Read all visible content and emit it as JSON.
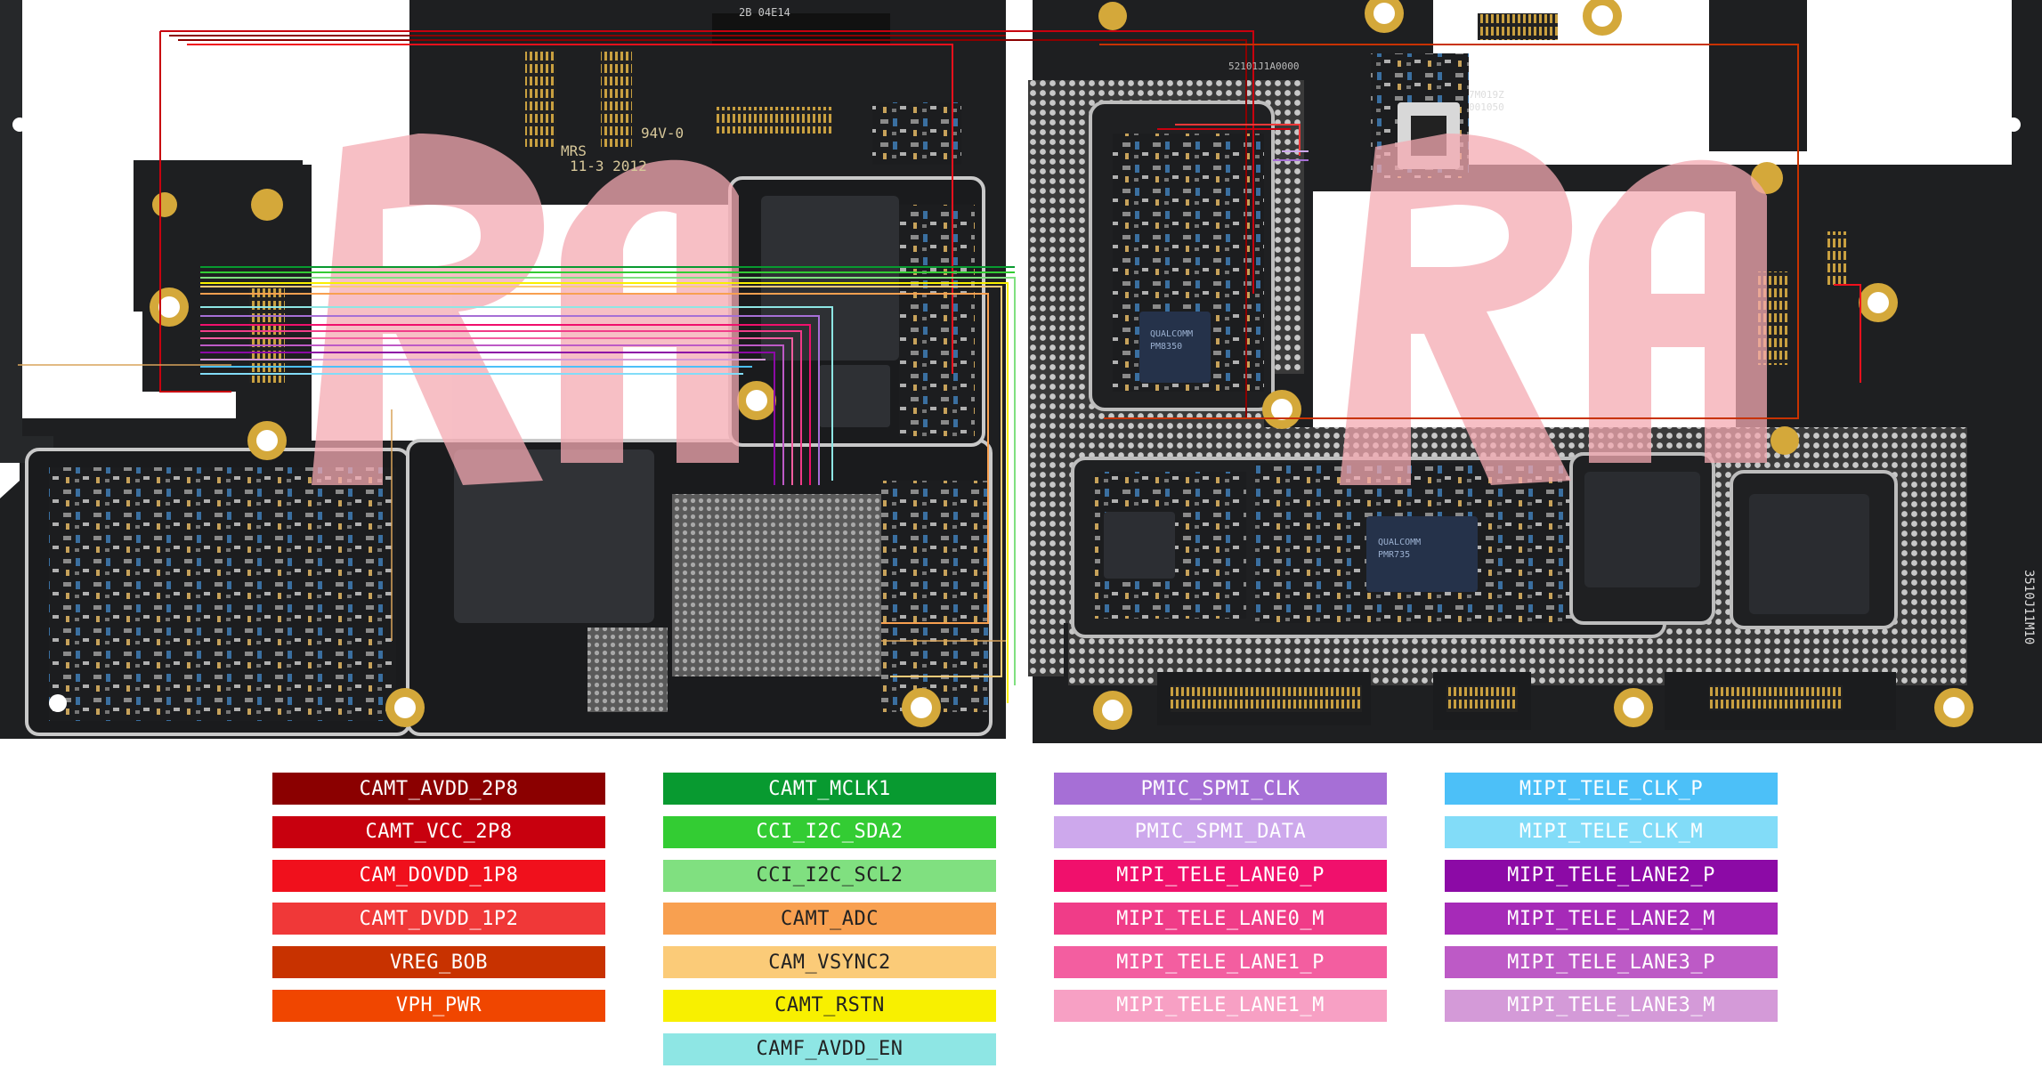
{
  "board": {
    "silkscreen": [
      "94V-0",
      "MRS",
      "11-3 2012",
      "2B 04E14",
      "52101J1A0000",
      "7M019Z",
      "001050",
      "3510J11M10"
    ],
    "chip_markings": [
      "QUALCOMM",
      "PM8350",
      "QUALCOMM",
      "PMR735"
    ]
  },
  "legend": {
    "columns": [
      [
        {
          "label": "CAMT_AVDD_2P8",
          "color": "#8b0000"
        },
        {
          "label": "CAMT_VCC_2P8",
          "color": "#c8000e"
        },
        {
          "label": "CAM_DOVDD_1P8",
          "color": "#f0101c"
        },
        {
          "label": "CAMT_DVDD_1P2",
          "color": "#f03838"
        },
        {
          "label": "VREG_BOB",
          "color": "#c83200"
        },
        {
          "label": "VPH_PWR",
          "color": "#f04600"
        }
      ],
      [
        {
          "label": "CAMT_MCLK1",
          "color": "#089a30"
        },
        {
          "label": "CCI_I2C_SDA2",
          "color": "#33cc33"
        },
        {
          "label": "CCI_I2C_SCL2",
          "color": "#80e080"
        },
        {
          "label": "CAMT_ADC",
          "color": "#f8a050"
        },
        {
          "label": "CAM_VSYNC2",
          "color": "#fbcb78"
        },
        {
          "label": "CAMT_RSTN",
          "color": "#f8f000"
        },
        {
          "label": "CAMF_AVDD_EN",
          "color": "#8ee6e4"
        }
      ],
      [
        {
          "label": "PMIC_SPMI_CLK",
          "color": "#a66fd6"
        },
        {
          "label": "PMIC_SPMI_DATA",
          "color": "#cda8ec"
        },
        {
          "label": "MIPI_TELE_LANE0_P",
          "color": "#f0106c"
        },
        {
          "label": "MIPI_TELE_LANE0_M",
          "color": "#f03c88"
        },
        {
          "label": "MIPI_TELE_LANE1_P",
          "color": "#f35ea0"
        },
        {
          "label": "MIPI_TELE_LANE1_M",
          "color": "#f7a0c4"
        }
      ],
      [
        {
          "label": "MIPI_TELE_CLK_P",
          "color": "#4cc0f8"
        },
        {
          "label": "MIPI_TELE_CLK_M",
          "color": "#82dcf8"
        },
        {
          "label": "MIPI_TELE_LANE2_P",
          "color": "#8c0aa6"
        },
        {
          "label": "MIPI_TELE_LANE2_M",
          "color": "#a62ab8"
        },
        {
          "label": "MIPI_TELE_LANE3_P",
          "color": "#bd5ac6"
        },
        {
          "label": "MIPI_TELE_LANE3_M",
          "color": "#d49ad8"
        }
      ]
    ]
  }
}
